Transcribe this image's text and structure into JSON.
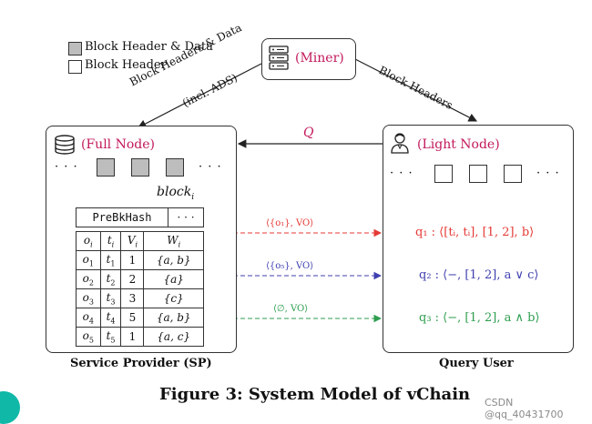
{
  "legend": {
    "items": [
      {
        "label": "Block Header & Data",
        "fill": "#bdbdbd"
      },
      {
        "label": "Block Header",
        "fill": "#ffffff"
      }
    ]
  },
  "miner": {
    "label": "(Miner)"
  },
  "full_node": {
    "label": "(Full Node)"
  },
  "light_node": {
    "label": "(Light Node)"
  },
  "edges": {
    "miner_to_sp_line1": "Block Headers & Data",
    "miner_to_sp_line2": "(incl. ADS)",
    "miner_to_user": "Block Headers",
    "user_to_sp": "Q"
  },
  "chain": {
    "ellipsis": "· · ·",
    "block_label": "block",
    "block_subscript": "i"
  },
  "block_table": {
    "header_field": "PreBkHash",
    "header_ellipsis": "· · ·",
    "columns": [
      "o",
      "t",
      "V",
      "W"
    ],
    "column_subscript": "i",
    "rows": [
      {
        "o": "o",
        "o_sub": "1",
        "t": "t",
        "t_sub": "1",
        "v": "1",
        "w": "{a, b}"
      },
      {
        "o": "o",
        "o_sub": "2",
        "t": "t",
        "t_sub": "2",
        "v": "2",
        "w": "{a}"
      },
      {
        "o": "o",
        "o_sub": "3",
        "t": "t",
        "t_sub": "3",
        "v": "3",
        "w": "{c}"
      },
      {
        "o": "o",
        "o_sub": "4",
        "t": "t",
        "t_sub": "4",
        "v": "5",
        "w": "{a, b}"
      },
      {
        "o": "o",
        "o_sub": "5",
        "t": "t",
        "t_sub": "5",
        "v": "1",
        "w": "{a, c}"
      }
    ]
  },
  "results": [
    {
      "text": "⟨{o₁}, VO⟩",
      "color": "#e53935"
    },
    {
      "text": "⟨{o₅}, VO⟩",
      "color": "#3f3fb0"
    },
    {
      "text": "⟨∅, VO⟩",
      "color": "#2e9e4f"
    }
  ],
  "queries": [
    {
      "text": "q₁ : ⟨[tᵢ, tᵢ], [1, 2], b⟩",
      "color": "#e53935"
    },
    {
      "text": "q₂ : ⟨−, [1, 2], a ∨ c⟩",
      "color": "#3f3fb0"
    },
    {
      "text": "q₃ : ⟨−, [1, 2], a ∧ b⟩",
      "color": "#2e9e4f"
    }
  ],
  "captions": {
    "sp": "Service Provider (SP)",
    "user": "Query User",
    "figure": "Figure 3: System Model of vChain"
  },
  "watermark": "CSDN @qq_40431700"
}
